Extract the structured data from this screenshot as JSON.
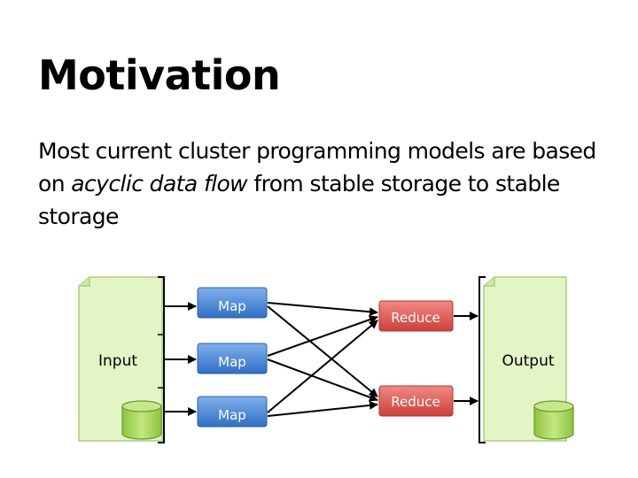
{
  "slide": {
    "title": "Motivation",
    "body": {
      "part1": "Most current cluster programming models are based on ",
      "emphasis": "acyclic data flow",
      "part2": " from stable storage to stable storage"
    }
  },
  "diagram": {
    "input_label": "Input",
    "output_label": "Output",
    "map_labels": [
      "Map",
      "Map",
      "Map"
    ],
    "reduce_labels": [
      "Reduce",
      "Reduce"
    ]
  },
  "colors": {
    "map_fill": "#3f7fd2",
    "reduce_fill": "#d9504a",
    "document_fill": "#e3f5c4",
    "cylinder_fill": "#a8d55a"
  }
}
